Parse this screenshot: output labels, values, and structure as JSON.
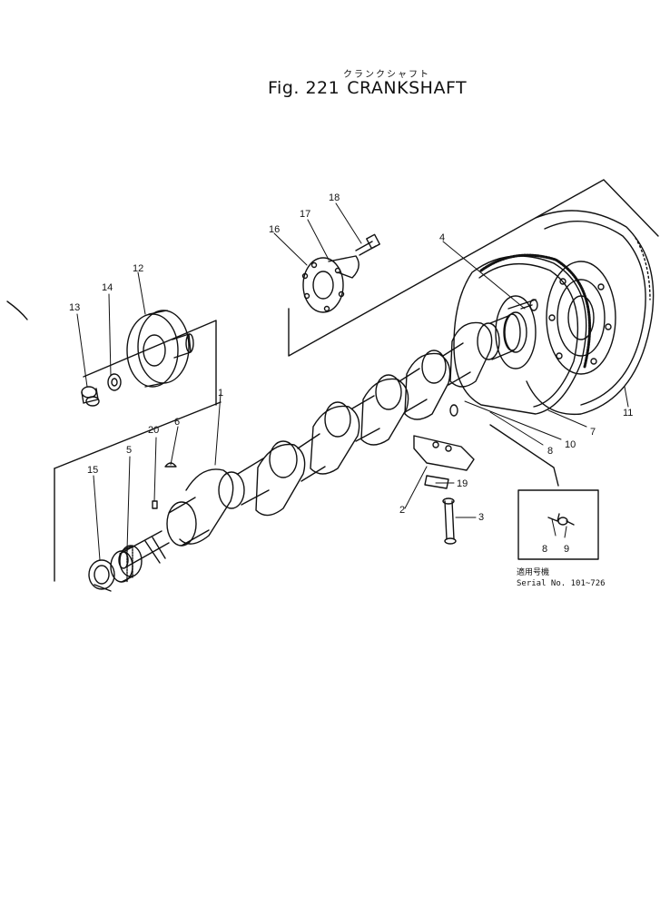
{
  "header": {
    "fig_label": "Fig. 221",
    "title": "CRANKSHAFT",
    "title_kana": "クランクシャフト"
  },
  "callouts": {
    "n1": "1",
    "n2": "2",
    "n3": "3",
    "n4": "4",
    "n5": "5",
    "n6": "6",
    "n7": "7",
    "n8": "8",
    "n10": "10",
    "n11": "11",
    "n12": "12",
    "n13": "13",
    "n14": "14",
    "n15": "15",
    "n16": "16",
    "n17": "17",
    "n18": "18",
    "n19": "19",
    "n20": "20"
  },
  "inset": {
    "label_8": "8",
    "label_9": "9",
    "caption_jp": "適用号機",
    "caption_serial": "Serial No. 101~726"
  }
}
